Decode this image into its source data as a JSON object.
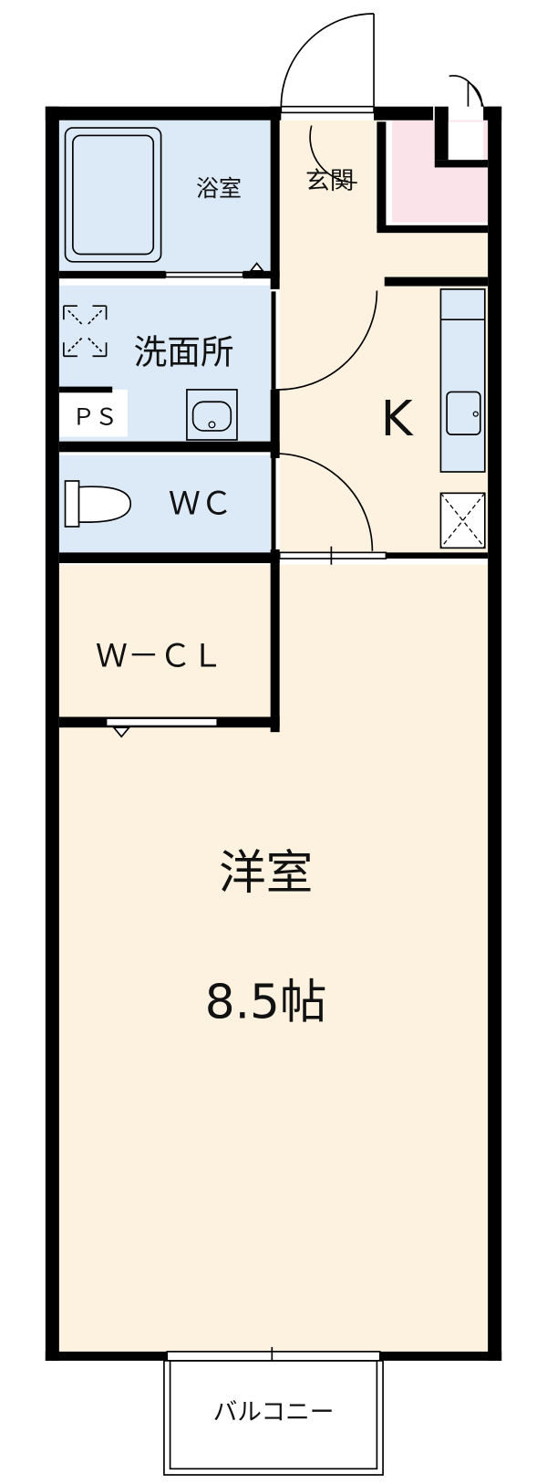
{
  "rooms": {
    "bathroom": "浴室",
    "entrance": "玄関",
    "washroom": "洗面所",
    "ps": "ＰＳ",
    "kitchen": "K",
    "toilet": "ＷＣ",
    "closet": "Ｗ－ＣＬ",
    "western_room": "洋室",
    "western_room_size": "8.5帖",
    "balcony": "バルコニー"
  },
  "colors": {
    "wall": "#000000",
    "wet_area": "#dceaf7",
    "storage": "#fbe3ea",
    "living": "#fdf2df"
  }
}
